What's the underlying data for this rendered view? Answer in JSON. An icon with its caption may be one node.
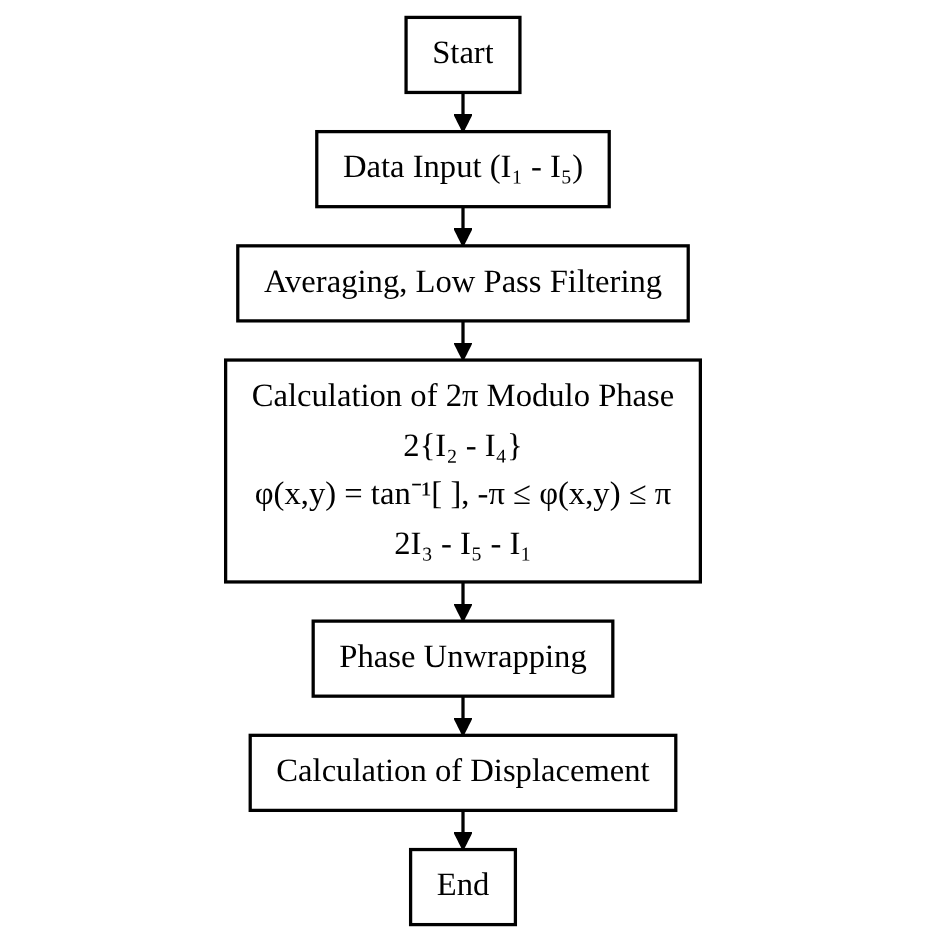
{
  "diagram": {
    "nodes": [
      {
        "text": [
          "Start"
        ]
      },
      {
        "text": [
          "Data Input (I₁ - I₅)"
        ]
      },
      {
        "text": [
          "Averaging, Low Pass Filtering"
        ]
      },
      {
        "text": [
          "Calculation of 2π Modulo Phase",
          "2{I₂ - I₄}",
          "φ(x,y) = tan⁻¹[ ], -π ≤ φ(x,y) ≤ π",
          "2I₃ - I₅ - I₁"
        ]
      },
      {
        "text": [
          "Phase Unwrapping"
        ]
      },
      {
        "text": [
          "Calculation of Displacement"
        ]
      },
      {
        "text": [
          "End"
        ]
      }
    ],
    "edges": [
      {
        "from": 0,
        "to": 1,
        "arrow": "to"
      },
      {
        "from": 1,
        "to": 2,
        "arrow": "to"
      },
      {
        "from": 2,
        "to": 3,
        "arrow": "to"
      },
      {
        "from": 3,
        "to": 4,
        "arrow": "to"
      },
      {
        "from": 4,
        "to": 5,
        "arrow": "to"
      },
      {
        "from": 5,
        "to": 6,
        "arrow": "to"
      }
    ]
  }
}
